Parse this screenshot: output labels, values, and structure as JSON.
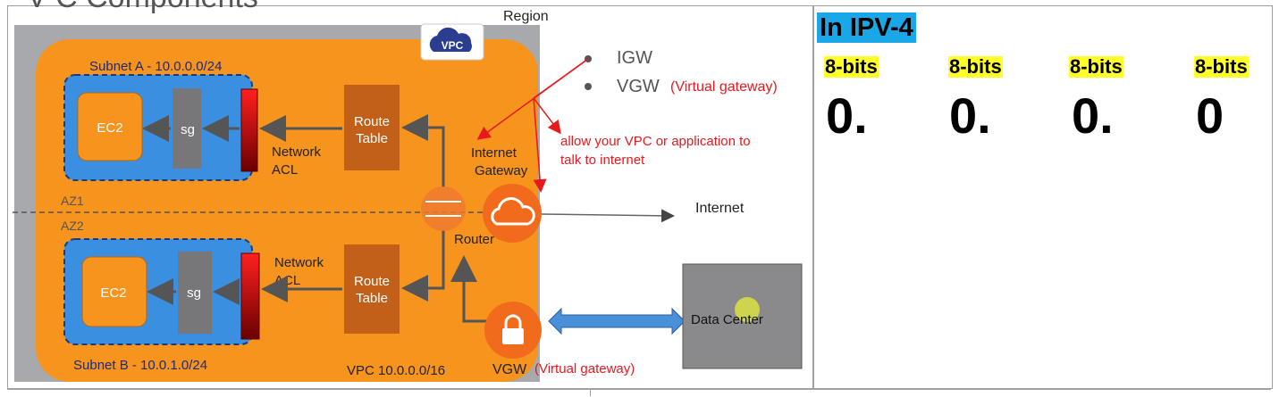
{
  "diagram": {
    "heading_fragment": "V C Components",
    "region_label": "Region",
    "vpc_badge": "VPC",
    "subnet_a": "Subnet A - 10.0.0.0/24",
    "subnet_b": "Subnet B - 10.0.1.0/24",
    "vpc_cidr": "VPC 10.0.0.0/16",
    "az1": "AZ1",
    "az2": "AZ2",
    "ec2_top": "EC2",
    "ec2_bottom": "EC2",
    "sg_top": "sg",
    "sg_bottom": "sg",
    "nacl_top": [
      "Network",
      "ACL"
    ],
    "nacl_bottom": [
      "Network",
      "ACL"
    ],
    "route_table_top": [
      "Route",
      "Table"
    ],
    "route_table_bottom": [
      "Route",
      "Table"
    ],
    "internet_gateway": [
      "Internet",
      "Gateway"
    ],
    "router": "Router",
    "internet": "Internet",
    "data_center": "Data Center",
    "vgw_label": "VGW",
    "vgw_note": "(Virtual gateway)",
    "bullets": [
      {
        "abbr": "IGW",
        "note": ""
      },
      {
        "abbr": "VGW",
        "note": "(Virtual gateway)"
      }
    ],
    "annotation": [
      "allow your VPC or application to",
      "talk to internet"
    ],
    "colors": {
      "region_bg": "#a7a9ac",
      "vpc_orange": "#f7941d",
      "subnet_blue": "#3a8fe0",
      "route_table": "#c2601a",
      "sg_gray": "#77777a",
      "annotation_red": "#e8191e"
    }
  },
  "ipv4": {
    "title": "In IPV-4",
    "octets": [
      {
        "bits": "8-bits",
        "value": "0."
      },
      {
        "bits": "8-bits",
        "value": "0."
      },
      {
        "bits": "8-bits",
        "value": "0."
      },
      {
        "bits": "8-bits",
        "value": "0"
      }
    ],
    "highlight_title": "#1aa7e8",
    "highlight_bits": "#ffff2a"
  }
}
